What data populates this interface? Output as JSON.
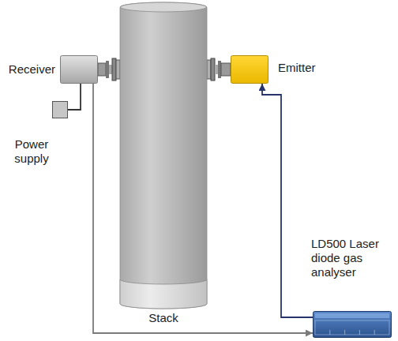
{
  "diagram": {
    "nodes": [
      {
        "text": [
          "Receiver"
        ]
      },
      {
        "text": [
          "Emitter"
        ]
      },
      {
        "text": [
          "Power supply"
        ]
      },
      {
        "text": [
          "Stack"
        ]
      },
      {
        "text": [
          "LD500 Laser diode gas analyser"
        ]
      }
    ],
    "edges": [
      {
        "from": 2,
        "to": 0,
        "arrow": "none"
      },
      {
        "from": 0,
        "to": 4,
        "arrow": "to"
      },
      {
        "from": 4,
        "to": 1,
        "arrow": "to"
      }
    ]
  }
}
